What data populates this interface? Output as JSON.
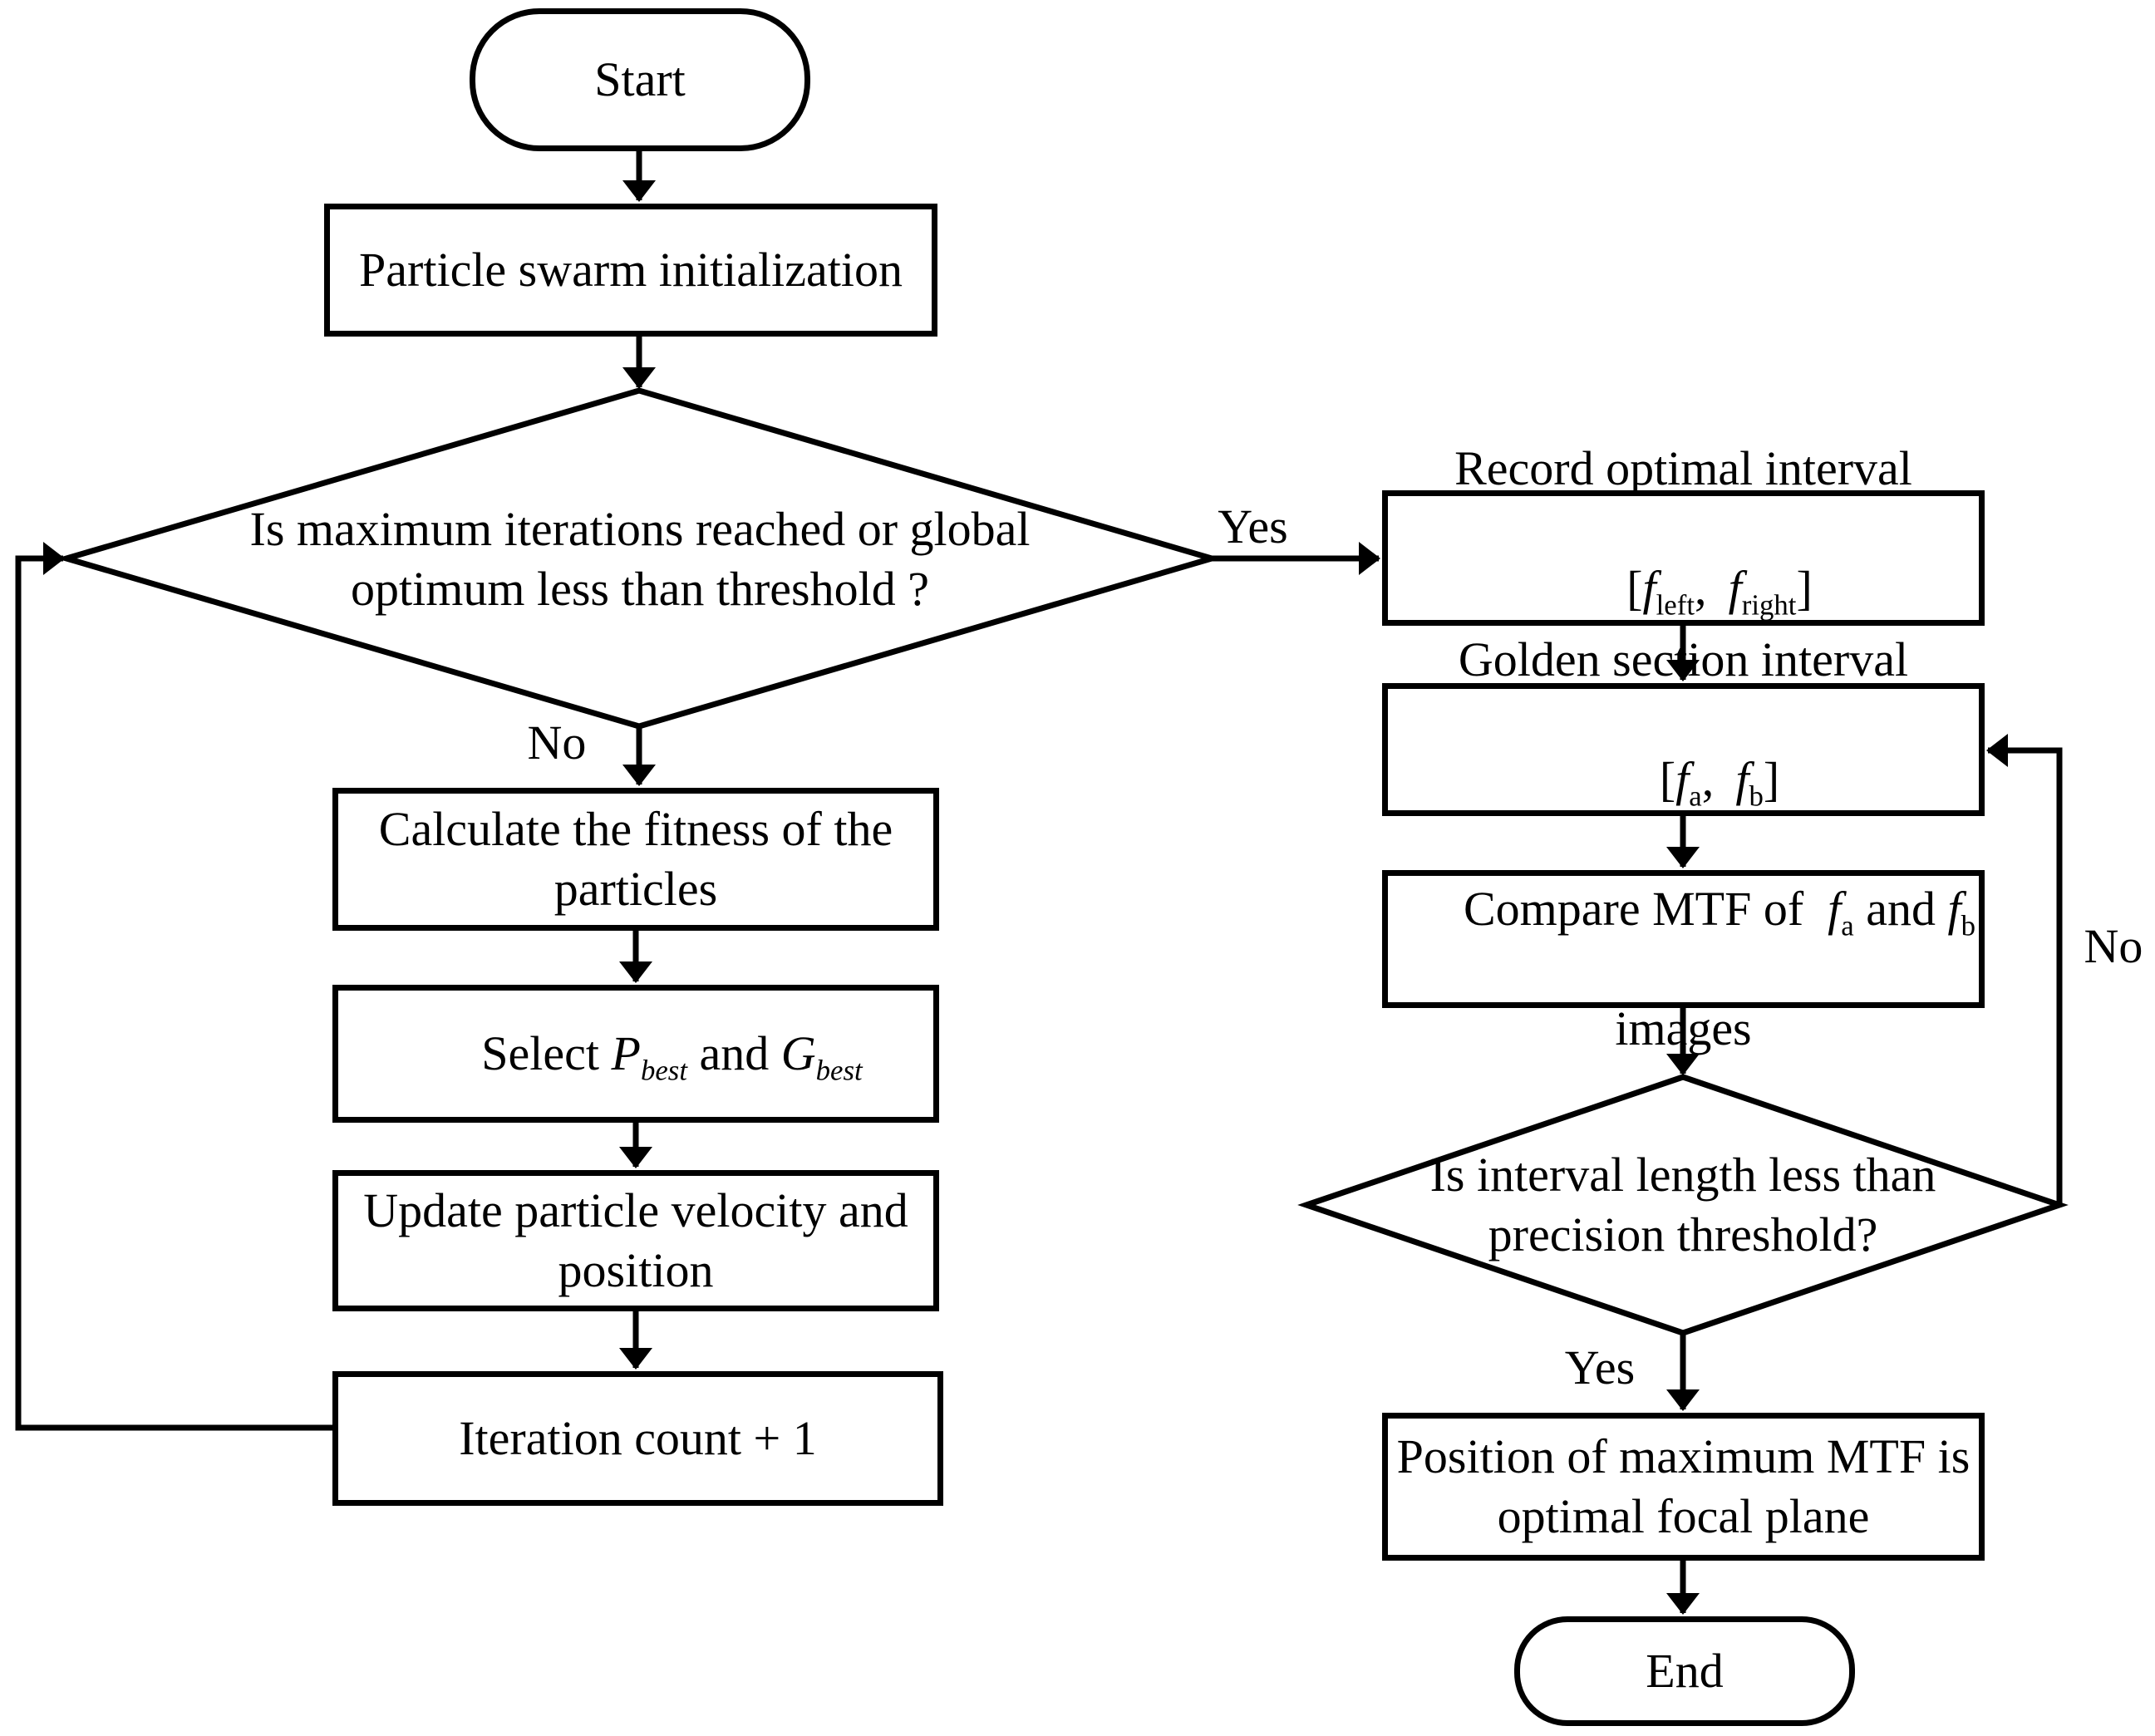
{
  "title": "PSO and golden-section autofocus flowchart",
  "colors": {
    "stroke": "#000000",
    "background": "#ffffff"
  },
  "nodes": {
    "start": {
      "label": "Start"
    },
    "init": {
      "label": "Particle swarm initialization"
    },
    "decision1": {
      "line1": "Is maximum iterations reached or global",
      "line2": "optimum less than threshold ?"
    },
    "calc": {
      "line1": "Calculate the fitness of the",
      "line2": "particles"
    },
    "select": {
      "prefix": "Select ",
      "p": "P",
      "p_sub": "best",
      "and": " and ",
      "g": "G",
      "g_sub": "best"
    },
    "update": {
      "line1": "Update particle velocity and",
      "line2": "position"
    },
    "iter": {
      "label": "Iteration count + 1"
    },
    "record": {
      "line1": "Record optimal interval",
      "open": "[",
      "f1": "f",
      "f1_sub": "left",
      "comma": ",",
      "f2": "f",
      "f2_sub": "right",
      "close": "]"
    },
    "golden": {
      "line1": "Golden section interval",
      "open": "[",
      "f1": "f",
      "f1_sub": "a",
      "comma": ",",
      "f2": "f",
      "f2_sub": "b",
      "close": "]"
    },
    "compare": {
      "prefix": "Compare MTF of  ",
      "f1": "f",
      "f1_sub": "a",
      "and": " and ",
      "f2": "f",
      "f2_sub": "b",
      "line2": "images"
    },
    "decision2": {
      "line1": "Is interval length less than",
      "line2": "precision threshold?"
    },
    "position": {
      "line1": "Position of maximum MTF is",
      "line2": "optimal focal plane"
    },
    "end": {
      "label": "End"
    }
  },
  "labels": {
    "no1": "No",
    "yes1": "Yes",
    "yes2": "Yes",
    "no2": "No"
  }
}
